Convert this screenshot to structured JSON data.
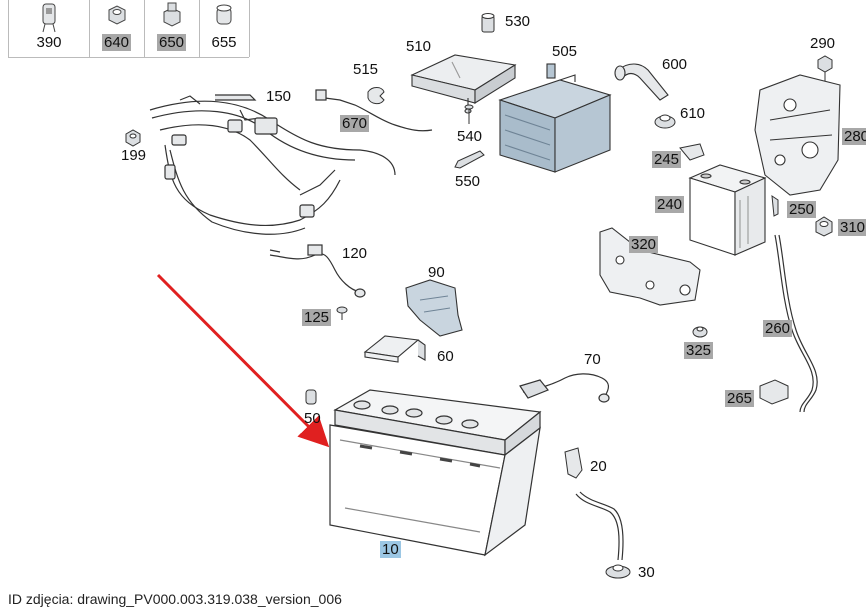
{
  "legend": [
    {
      "num": "390",
      "icon": "fuse-clip-icon",
      "highlight": "none"
    },
    {
      "num": "640",
      "icon": "nut-icon",
      "highlight": "grey"
    },
    {
      "num": "650",
      "icon": "nut-icon",
      "highlight": "grey"
    },
    {
      "num": "655",
      "icon": "sleeve-icon",
      "highlight": "none"
    }
  ],
  "callouts": [
    {
      "key": "c530",
      "text": "530",
      "highlight": "none"
    },
    {
      "key": "c510",
      "text": "510",
      "highlight": "none"
    },
    {
      "key": "c505",
      "text": "505",
      "highlight": "none"
    },
    {
      "key": "c600",
      "text": "600",
      "highlight": "none"
    },
    {
      "key": "c290",
      "text": "290",
      "highlight": "none"
    },
    {
      "key": "c515",
      "text": "515",
      "highlight": "none"
    },
    {
      "key": "c150",
      "text": "150",
      "highlight": "none"
    },
    {
      "key": "c670",
      "text": "670",
      "highlight": "grey"
    },
    {
      "key": "c610",
      "text": "610",
      "highlight": "none"
    },
    {
      "key": "c280",
      "text": "280",
      "highlight": "grey"
    },
    {
      "key": "c540",
      "text": "540",
      "highlight": "none"
    },
    {
      "key": "c199",
      "text": "199",
      "highlight": "none"
    },
    {
      "key": "c245",
      "text": "245",
      "highlight": "grey"
    },
    {
      "key": "c550",
      "text": "550",
      "highlight": "none"
    },
    {
      "key": "c240",
      "text": "240",
      "highlight": "grey"
    },
    {
      "key": "c250",
      "text": "250",
      "highlight": "grey"
    },
    {
      "key": "c310",
      "text": "310",
      "highlight": "grey"
    },
    {
      "key": "c120",
      "text": "120",
      "highlight": "none"
    },
    {
      "key": "c320",
      "text": "320",
      "highlight": "grey"
    },
    {
      "key": "c90",
      "text": "90",
      "highlight": "none"
    },
    {
      "key": "c260",
      "text": "260",
      "highlight": "grey"
    },
    {
      "key": "c125",
      "text": "125",
      "highlight": "grey"
    },
    {
      "key": "c325",
      "text": "325",
      "highlight": "grey"
    },
    {
      "key": "c60",
      "text": "60",
      "highlight": "none"
    },
    {
      "key": "c70",
      "text": "70",
      "highlight": "none"
    },
    {
      "key": "c265",
      "text": "265",
      "highlight": "grey"
    },
    {
      "key": "c50",
      "text": "50",
      "highlight": "none"
    },
    {
      "key": "c20",
      "text": "20",
      "highlight": "none"
    },
    {
      "key": "c10",
      "text": "10",
      "highlight": "blue"
    },
    {
      "key": "c30",
      "text": "30",
      "highlight": "none"
    }
  ],
  "arrow": {
    "color": "#e02020",
    "points_to": "10"
  },
  "caption": "ID zdjęcia: drawing_PV000.003.319.038_version_006",
  "colors": {
    "line": "#333333",
    "part_fill": "#d8dce0",
    "module_fill": "#b9c9d6",
    "grey_hl": "#a8a8a8",
    "blue_hl": "#9cc7e4"
  }
}
